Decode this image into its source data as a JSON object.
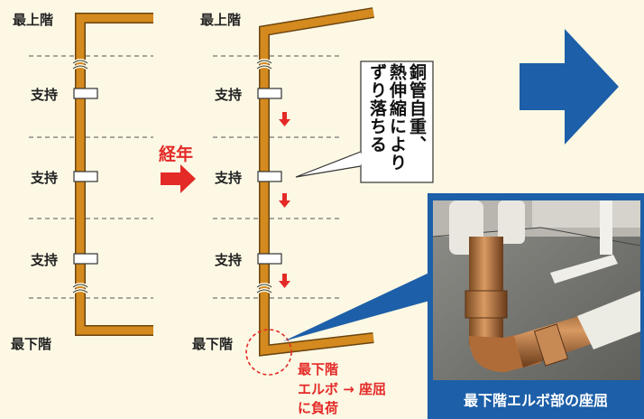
{
  "left_diagram": {
    "top_label": "最上階",
    "support_labels": [
      "支持",
      "支持",
      "支持"
    ],
    "bottom_label": "最下階"
  },
  "transition": {
    "label": "経年"
  },
  "right_diagram": {
    "top_label": "最上階",
    "support_labels": [
      "支持",
      "支持",
      "支持"
    ],
    "bottom_label": "最下階",
    "callout": "銅管自重、\n熱伸縮により\nずり落ちる",
    "elbow_note": [
      "最下階",
      "エルボ → 座屈",
      "に負荷"
    ]
  },
  "photo": {
    "caption": "最下階エルボ部の座屈"
  },
  "colors": {
    "pipe": "#d48a1e",
    "pipe_outline": "#6a4410",
    "accent_red": "#e32a27",
    "arrow_blue": "#1d5fa8",
    "background": "#fcf8e4"
  }
}
